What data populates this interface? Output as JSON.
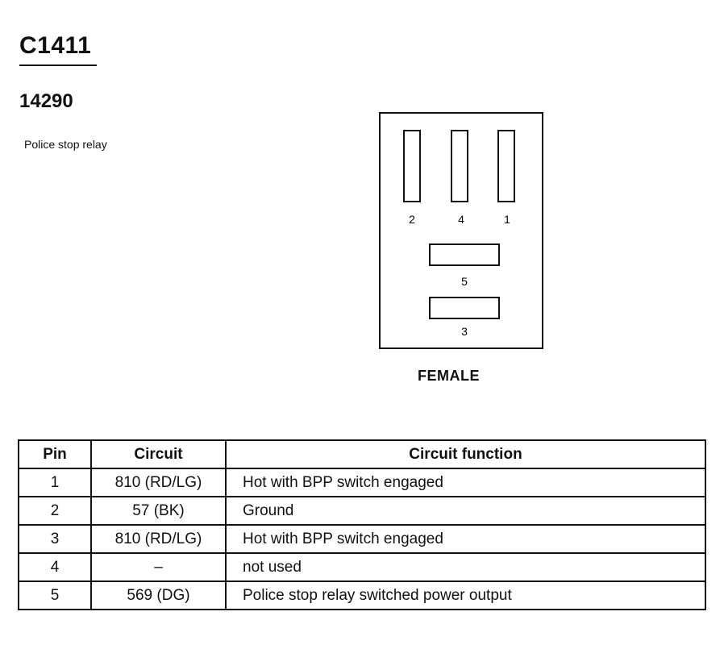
{
  "connector": {
    "id": "C1411",
    "part_number": "14290",
    "description": "Police stop relay",
    "gender": "FEMALE"
  },
  "diagram": {
    "pin_labels": [
      "2",
      "4",
      "1",
      "5",
      "3"
    ]
  },
  "table": {
    "headers": [
      "Pin",
      "Circuit",
      "Circuit function"
    ],
    "rows": [
      {
        "pin": "1",
        "circuit": "810 (RD/LG)",
        "function": "Hot with BPP switch engaged"
      },
      {
        "pin": "2",
        "circuit": "57 (BK)",
        "function": "Ground"
      },
      {
        "pin": "3",
        "circuit": "810 (RD/LG)",
        "function": "Hot with BPP switch engaged"
      },
      {
        "pin": "4",
        "circuit": "–",
        "function": "not used"
      },
      {
        "pin": "5",
        "circuit": "569 (DG)",
        "function": "Police stop relay switched power output"
      }
    ]
  }
}
